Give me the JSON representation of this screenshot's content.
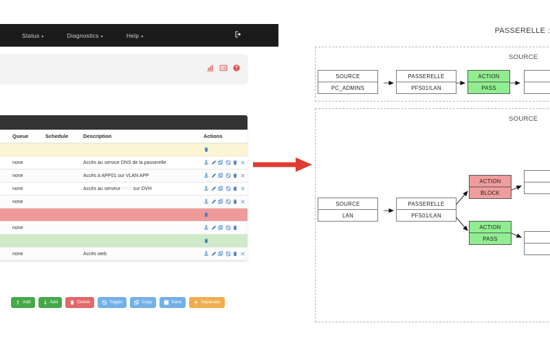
{
  "navbar": {
    "items": [
      {
        "label": "Status",
        "caret": "▾"
      },
      {
        "label": "Diagnostics",
        "caret": "▾"
      },
      {
        "label": "Help",
        "caret": "▾"
      }
    ],
    "logout_icon": "logout-icon",
    "background": "#1b1b1b"
  },
  "panel_header": {
    "icons": [
      {
        "name": "stats-icon",
        "color": "#d9534f"
      },
      {
        "name": "list-icon",
        "color": "#d9534f"
      },
      {
        "name": "help-circle-icon",
        "color": "#d9534f"
      }
    ]
  },
  "table": {
    "columns": [
      "y",
      "Queue",
      "Schedule",
      "Description",
      "Actions"
    ],
    "rows": [
      {
        "type": "separator",
        "color": "#fcf6d5",
        "gateway": "",
        "queue": "",
        "schedule": "",
        "description": ""
      },
      {
        "type": "rule",
        "gateway": "",
        "queue": "none",
        "schedule": "",
        "description": "Accès au service DNS de la passerelle"
      },
      {
        "type": "rule",
        "gateway": "",
        "queue": "none",
        "schedule": "",
        "description": "Accès à APP01 sur VLAN APP"
      },
      {
        "type": "rule",
        "gateway": "",
        "queue": "none",
        "schedule": "",
        "description": "Accès au serveur ____ sur OVH"
      },
      {
        "type": "rule",
        "gateway": "",
        "queue": "none",
        "schedule": "",
        "description": ""
      },
      {
        "type": "separator",
        "color": "#ef9a9a",
        "gateway": "",
        "queue": "",
        "schedule": "",
        "description": ""
      },
      {
        "type": "rule",
        "gateway": "",
        "queue": "none",
        "schedule": "",
        "description": ""
      },
      {
        "type": "separator",
        "color": "#cfeac8",
        "gateway": "",
        "queue": "",
        "schedule": "",
        "description": ""
      },
      {
        "type": "rule",
        "gateway": "",
        "queue": "none",
        "schedule": "",
        "description": "Accès web"
      }
    ],
    "watermark_text": "PFS"
  },
  "buttons": [
    {
      "label": "Add",
      "icon": "arrow-up-icon",
      "style": "btn-green"
    },
    {
      "label": "Add",
      "icon": "arrow-down-icon",
      "style": "btn-green"
    },
    {
      "label": "Delete",
      "icon": "trash-icon",
      "style": "btn-red"
    },
    {
      "label": "Toggle",
      "icon": "ban-icon",
      "style": "btn-blue"
    },
    {
      "label": "Copy",
      "icon": "copy-icon",
      "style": "btn-blue"
    },
    {
      "label": "Save",
      "icon": "save-icon",
      "style": "btn-blue"
    },
    {
      "label": "Separator",
      "icon": "plus-icon",
      "style": "btn-orange"
    }
  ],
  "arrow": {
    "name": "red-transition-arrow",
    "color": "#e03b32"
  },
  "diagram": {
    "title": "PASSERELLE :",
    "groups": [
      {
        "label": "SOURCE"
      },
      {
        "label": "SOURCE"
      }
    ],
    "nodes": [
      {
        "id": "n1",
        "top": "SOURCE",
        "bottom": "PC_ADMINS",
        "kind": "plain"
      },
      {
        "id": "n2",
        "top": "PASSERELLE",
        "bottom": "PFS01/LAN",
        "kind": "plain"
      },
      {
        "id": "n3",
        "top": "ACTION",
        "bottom": "PASS",
        "kind": "pass"
      },
      {
        "id": "n4",
        "top": "",
        "bottom": "",
        "kind": "clipped"
      },
      {
        "id": "n5",
        "top": "SOURCE",
        "bottom": "LAN",
        "kind": "plain"
      },
      {
        "id": "n6",
        "top": "PASSERELLE",
        "bottom": "PFS01/LAN",
        "kind": "plain"
      },
      {
        "id": "n7",
        "top": "ACTION",
        "bottom": "BLOCK",
        "kind": "block"
      },
      {
        "id": "n8",
        "top": "ACTION",
        "bottom": "PASS",
        "kind": "pass"
      },
      {
        "id": "n9",
        "top": "",
        "bottom": "",
        "kind": "clipped"
      },
      {
        "id": "n10",
        "top": "",
        "bottom": "",
        "kind": "clipped"
      }
    ],
    "colors": {
      "pass": "#90ee90",
      "block": "#f09c9c",
      "node_border": "#7a7a7a",
      "group_border": "#b4b4b4"
    }
  }
}
